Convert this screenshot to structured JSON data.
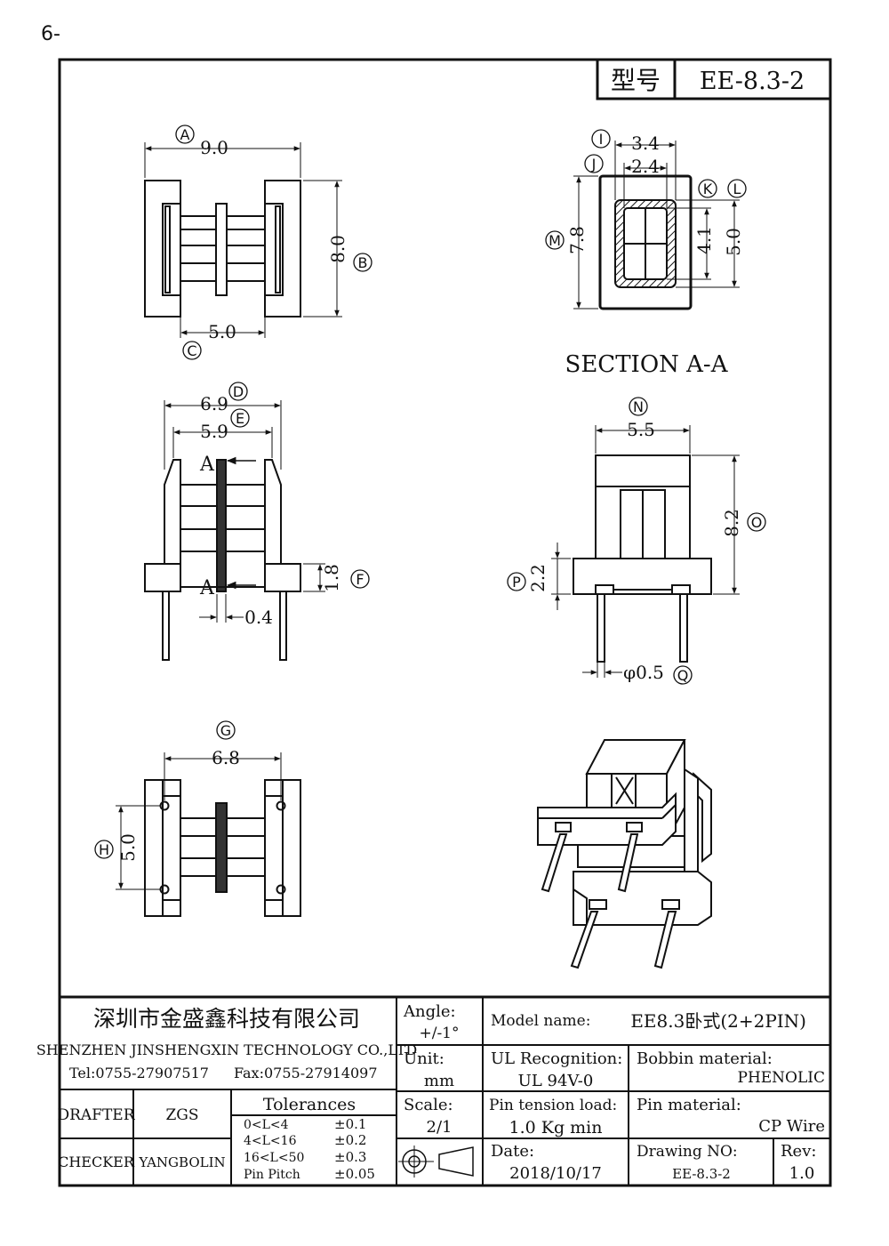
{
  "page_number": "6-",
  "header": {
    "type_label": "型号",
    "type_value": "EE-8.3-2"
  },
  "section_title": "SECTION A-A",
  "views": {
    "top": {
      "A": {
        "letter": "A",
        "value": "9.0"
      },
      "B": {
        "letter": "B",
        "value": "8.0"
      },
      "C": {
        "letter": "C",
        "value": "5.0"
      }
    },
    "front": {
      "D": {
        "letter": "D",
        "value": "6.9"
      },
      "E": {
        "letter": "E",
        "value": "5.9"
      },
      "F": {
        "letter": "F",
        "value": "1.8"
      },
      "thickness": "0.4",
      "section_mark": "A"
    },
    "bottom": {
      "G": {
        "letter": "G",
        "value": "6.8"
      },
      "H": {
        "letter": "H",
        "value": "5.0"
      }
    },
    "section": {
      "I": {
        "letter": "I",
        "value": "3.4"
      },
      "J": {
        "letter": "J",
        "value": "2.4"
      },
      "K": {
        "letter": "K",
        "value": "4.1"
      },
      "L": {
        "letter": "L",
        "value": "5.0"
      },
      "M": {
        "letter": "M",
        "value": "7.8"
      }
    },
    "side": {
      "N": {
        "letter": "N",
        "value": "5.5"
      },
      "O": {
        "letter": "O",
        "value": "8.2"
      },
      "P": {
        "letter": "P",
        "value": "2.2"
      },
      "Q": {
        "letter": "Q",
        "value": "φ0.5"
      }
    }
  },
  "title_block": {
    "company_cn": "深圳市金盛鑫科技有限公司",
    "company_en": "SHENZHEN JINSHENGXIN TECHNOLOGY CO.,LTD",
    "tel": "Tel:0755-27907517",
    "fax": "Fax:0755-27914097",
    "angle_label": "Angle:",
    "angle_value": "+/-1°",
    "unit_label": "Unit:",
    "unit_value": "mm",
    "scale_label": "Scale:",
    "scale_value": "2/1",
    "model_label": "Model name:",
    "model_value": "EE8.3卧式(2+2PIN)",
    "ul_label": "UL Recognition:",
    "ul_value": "UL 94V-0",
    "bobbin_label": "Bobbin material:",
    "bobbin_value": "PHENOLIC",
    "pin_tension_label": "Pin tension load:",
    "pin_tension_value": "1.0 Kg min",
    "pin_material_label": "Pin material:",
    "pin_material_value": "CP Wire",
    "date_label": "Date:",
    "date_value": "2018/10/17",
    "drawing_no_label": "Drawing NO:",
    "drawing_no_value": "EE-8.3-2",
    "rev_label": "Rev:",
    "rev_value": "1.0",
    "drafter_label": "DRAFTER",
    "drafter_value": "ZGS",
    "checker_label": "CHECKER",
    "checker_value": "YANGBOLIN",
    "tolerances_title": "Tolerances",
    "tolerances": [
      {
        "range": "0<L<4",
        "value": "±0.1"
      },
      {
        "range": "4<L<16",
        "value": "±0.2"
      },
      {
        "range": "16<L<50",
        "value": "±0.3"
      },
      {
        "range": "Pin Pitch",
        "value": "±0.05"
      }
    ]
  }
}
